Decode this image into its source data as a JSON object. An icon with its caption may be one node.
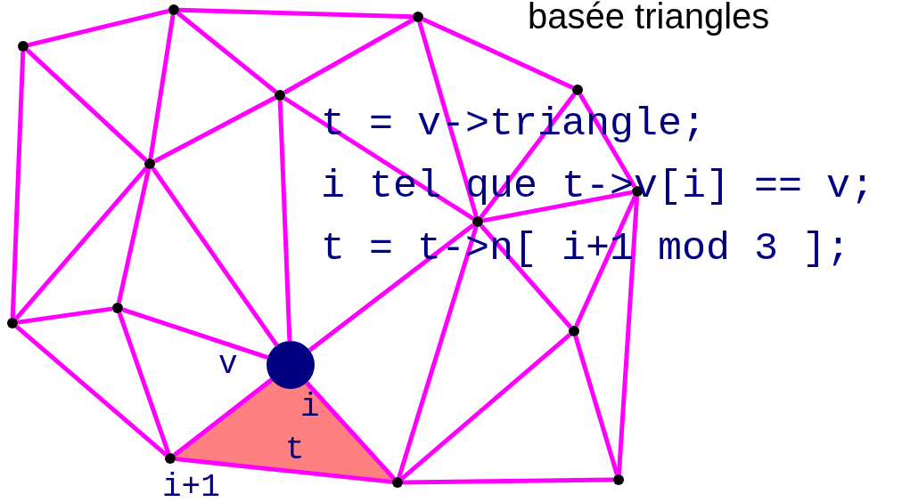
{
  "diagram": {
    "title": "basée triangles",
    "nodes": [
      {
        "text": [],
        "shape": "circle"
      },
      {
        "text": [],
        "shape": "circle"
      },
      {
        "text": [],
        "shape": "circle"
      },
      {
        "text": [],
        "shape": "circle"
      },
      {
        "text": [],
        "shape": "circle"
      },
      {
        "text": [],
        "shape": "circle"
      },
      {
        "text": [],
        "shape": "circle"
      },
      {
        "text": [],
        "shape": "circle"
      },
      {
        "text": [],
        "shape": "circle"
      },
      {
        "text": [],
        "shape": "circle"
      },
      {
        "text": [],
        "shape": "circle"
      },
      {
        "text": [],
        "shape": "circle"
      },
      {
        "text": [],
        "shape": "circle"
      },
      {
        "text": [],
        "shape": "circle"
      },
      {
        "text": [],
        "shape": "circle"
      }
    ],
    "edges": [
      {
        "from": 2,
        "to": 0,
        "arrow": "none"
      },
      {
        "from": 2,
        "to": 5,
        "arrow": "none"
      },
      {
        "from": 2,
        "to": 9,
        "arrow": "none"
      },
      {
        "from": 0,
        "to": 1,
        "arrow": "none"
      },
      {
        "from": 0,
        "to": 5,
        "arrow": "none"
      },
      {
        "from": 0,
        "to": 4,
        "arrow": "none"
      },
      {
        "from": 1,
        "to": 4,
        "arrow": "none"
      },
      {
        "from": 1,
        "to": 3,
        "arrow": "none"
      },
      {
        "from": 1,
        "to": 7,
        "arrow": "none"
      },
      {
        "from": 4,
        "to": 5,
        "arrow": "none"
      },
      {
        "from": 4,
        "to": 11,
        "arrow": "none"
      },
      {
        "from": 4,
        "to": 7,
        "arrow": "none"
      },
      {
        "from": 5,
        "to": 9,
        "arrow": "none"
      },
      {
        "from": 5,
        "to": 8,
        "arrow": "none"
      },
      {
        "from": 5,
        "to": 11,
        "arrow": "none"
      },
      {
        "from": 3,
        "to": 6,
        "arrow": "none"
      },
      {
        "from": 3,
        "to": 7,
        "arrow": "none"
      },
      {
        "from": 7,
        "to": 6,
        "arrow": "none"
      },
      {
        "from": 7,
        "to": 11,
        "arrow": "none"
      },
      {
        "from": 7,
        "to": 14,
        "arrow": "none"
      },
      {
        "from": 7,
        "to": 10,
        "arrow": "none"
      },
      {
        "from": 6,
        "to": 10,
        "arrow": "none"
      },
      {
        "from": 6,
        "to": 13,
        "arrow": "none"
      },
      {
        "from": 10,
        "to": 14,
        "arrow": "none"
      },
      {
        "from": 10,
        "to": 13,
        "arrow": "none"
      },
      {
        "from": 14,
        "to": 13,
        "arrow": "none"
      },
      {
        "from": 11,
        "to": 14,
        "arrow": "none"
      },
      {
        "from": 11,
        "to": 12,
        "arrow": "none"
      },
      {
        "from": 12,
        "to": 14,
        "arrow": "none"
      },
      {
        "from": 12,
        "to": 9,
        "arrow": "none"
      },
      {
        "from": 12,
        "to": 8,
        "arrow": "none"
      },
      {
        "from": 8,
        "to": 9,
        "arrow": "none"
      },
      {
        "from": 8,
        "to": 11,
        "arrow": "none"
      }
    ],
    "labels": [
      "t = v->triangle;",
      "i tel que t->v[i] == v;",
      "t = t->n[ i+1 mod 3 ];",
      "v",
      "i",
      "t",
      "i+1"
    ]
  }
}
